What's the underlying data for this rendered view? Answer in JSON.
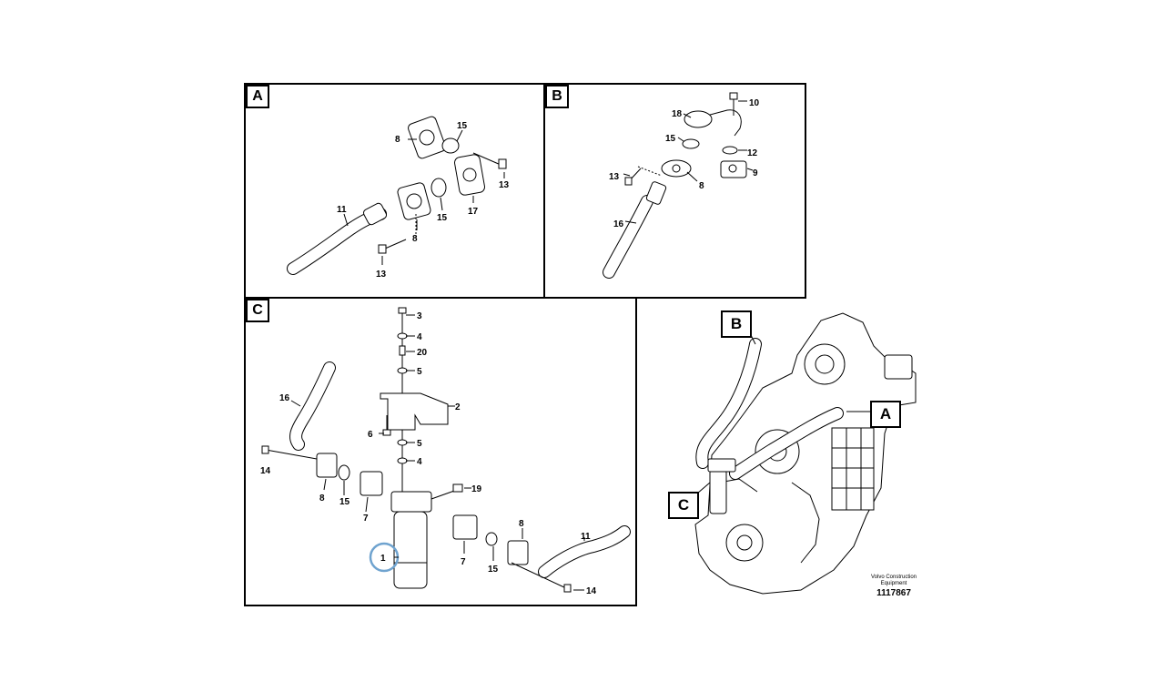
{
  "panels": {
    "a": {
      "letter": "A",
      "labels": {
        "p8a": "8",
        "p15a": "15",
        "p13a": "13",
        "p17": "17",
        "p15b": "15",
        "p11": "11",
        "p8b": "8",
        "p13b": "13"
      }
    },
    "b": {
      "letter": "B",
      "labels": {
        "p10": "10",
        "p18": "18",
        "p15": "15",
        "p12": "12",
        "p9": "9",
        "p13": "13",
        "p8": "8",
        "p16": "16"
      }
    },
    "c": {
      "letter": "C",
      "labels": {
        "p3": "3",
        "p4a": "4",
        "p20": "20",
        "p5a": "5",
        "p2": "2",
        "p6": "6",
        "p5b": "5",
        "p4b": "4",
        "p16": "16",
        "p14a": "14",
        "p19": "19",
        "p8a": "8",
        "p15a": "15",
        "p7a": "7",
        "p1": "1",
        "p8b": "8",
        "p11": "11",
        "p7b": "7",
        "p15b": "15",
        "p14b": "14"
      }
    }
  },
  "overview": {
    "callouts": {
      "a": "A",
      "b": "B",
      "c": "C"
    },
    "brand_line1": "Volvo Construction",
    "brand_line2": "Equipment",
    "ref_number": "1117867"
  },
  "colors": {
    "highlight": "#6fa3cf",
    "line": "#000000"
  }
}
